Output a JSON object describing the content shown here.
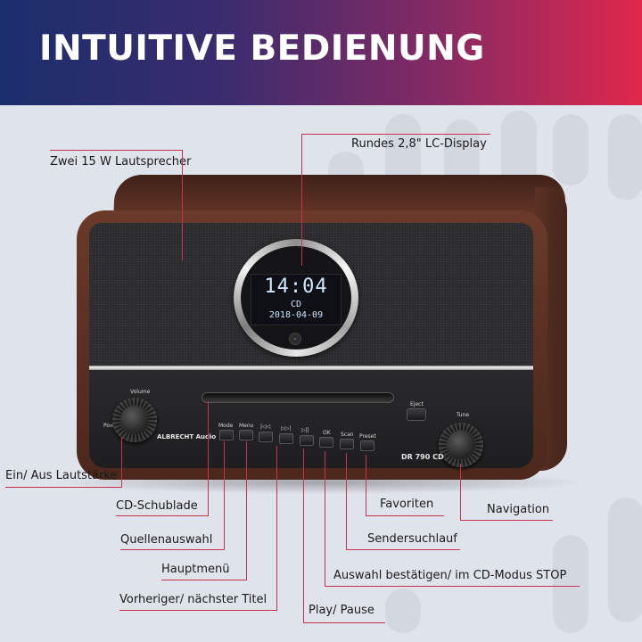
{
  "header": {
    "title": "INTUITIVE BEDIENUNG"
  },
  "colors": {
    "gradient_start": "#1b2e6c",
    "gradient_end": "#e0284c",
    "callout_line": "#c8314f"
  },
  "callouts": {
    "speakers": "Zwei 15 W Lautsprecher",
    "display": "Rundes 2,8\" LC-Display",
    "power_volume": "Ein/ Aus Lautstärke",
    "cd_tray": "CD-Schublade",
    "source": "Quellenauswahl",
    "main_menu": "Hauptmenü",
    "prev_next": "Vorheriger/ nächster Titel",
    "play_pause": "Play/ Pause",
    "confirm_stop": "Auswahl bestätigen/ im CD-Modus STOP",
    "station_scan": "Sendersuchlauf",
    "favorites": "Favoriten",
    "navigation": "Navigation"
  },
  "device": {
    "display": {
      "time": "14:04",
      "source": "CD",
      "date": "2018-04-09"
    },
    "brand": "ALBRECHT Audio",
    "model": "DR 790 CD",
    "labels": {
      "volume": "Volume",
      "power": "Power",
      "tune": "Tune",
      "eject": "Eject",
      "mode": "Mode",
      "menu": "Menu",
      "ok": "OK",
      "scan": "Scan",
      "preset": "Preset"
    },
    "icons": {
      "prev": "|◁◁",
      "next": "▷▷|",
      "play": "▷||"
    }
  }
}
